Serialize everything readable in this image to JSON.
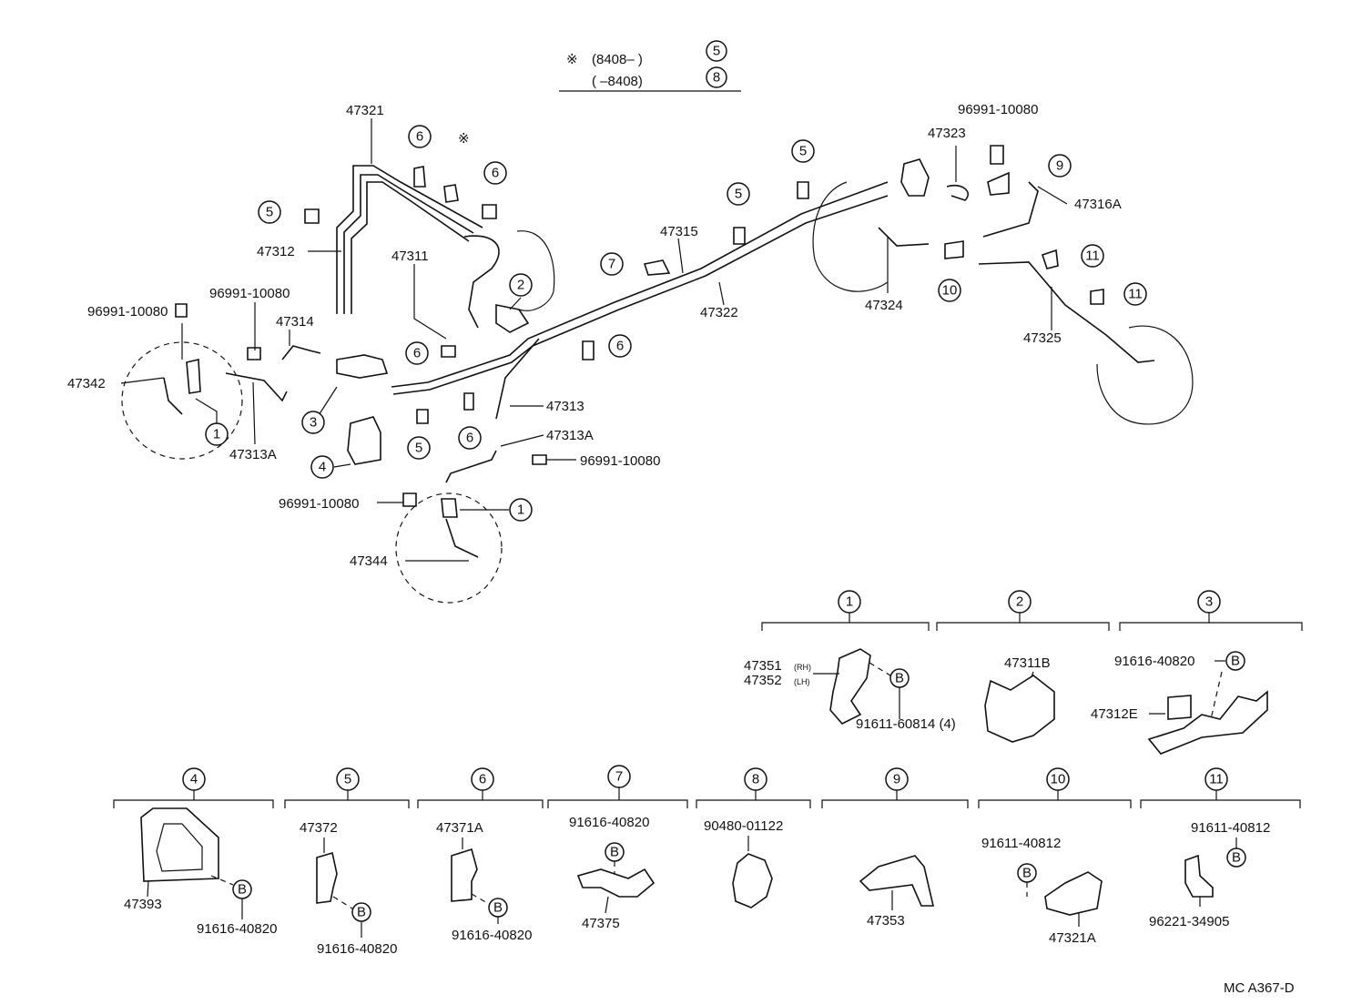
{
  "legend": {
    "row1": {
      "mark": "※",
      "range": "(8408–          )",
      "ref": "5"
    },
    "row2": {
      "range": "(          –8408)",
      "ref": "8"
    }
  },
  "callouts": {
    "c1a": "1",
    "c1b": "1",
    "c2": "2",
    "c3": "3",
    "c4": "4",
    "c5a": "5",
    "c5b": "5",
    "c5c": "5",
    "c5d": "5",
    "c6a": "6",
    "c6b": "6",
    "c6c": "6",
    "c6d": "6",
    "c6e": "6",
    "c7": "7",
    "c9": "9",
    "c10": "10",
    "c11a": "11",
    "c11b": "11"
  },
  "parts": {
    "p47321": "47321",
    "p47312": "47312",
    "p47311": "47311",
    "p47315": "47315",
    "p47322": "47322",
    "p47323": "47323",
    "p96991_top": "96991-10080",
    "p47316A": "47316A",
    "p47324": "47324",
    "p47325": "47325",
    "p96991_left": "96991-10080",
    "p96991_mid": "96991-10080",
    "p47314": "47314",
    "p47342": "47342",
    "p47313A_left": "47313A",
    "p47313": "47313",
    "p47313A_mid": "47313A",
    "p96991_right": "96991-10080",
    "p96991_bot": "96991-10080",
    "p47344": "47344",
    "star_mark": "※"
  },
  "detail_groups": [
    {
      "ref": "1",
      "parts": [
        "47351",
        "(RH)",
        "47352",
        "(LH)",
        "B",
        "91611-60814 (4)"
      ]
    },
    {
      "ref": "2",
      "parts": [
        "47311B"
      ]
    },
    {
      "ref": "3",
      "parts": [
        "91616-40820",
        "B",
        "47312E"
      ]
    },
    {
      "ref": "4",
      "parts": [
        "47393",
        "B",
        "91616-40820"
      ]
    },
    {
      "ref": "5",
      "parts": [
        "47372",
        "B",
        "91616-40820"
      ]
    },
    {
      "ref": "6",
      "parts": [
        "47371A",
        "B",
        "91616-40820"
      ]
    },
    {
      "ref": "7",
      "parts": [
        "91616-40820",
        "B",
        "47375"
      ]
    },
    {
      "ref": "8",
      "parts": [
        "90480-01122"
      ]
    },
    {
      "ref": "9",
      "parts": [
        "47353"
      ]
    },
    {
      "ref": "10",
      "parts": [
        "91611-40812",
        "B",
        "47321A"
      ]
    },
    {
      "ref": "11",
      "parts": [
        "91611-40812",
        "B",
        "96221-34905"
      ]
    }
  ],
  "footer": {
    "code": "MC A367-D"
  }
}
